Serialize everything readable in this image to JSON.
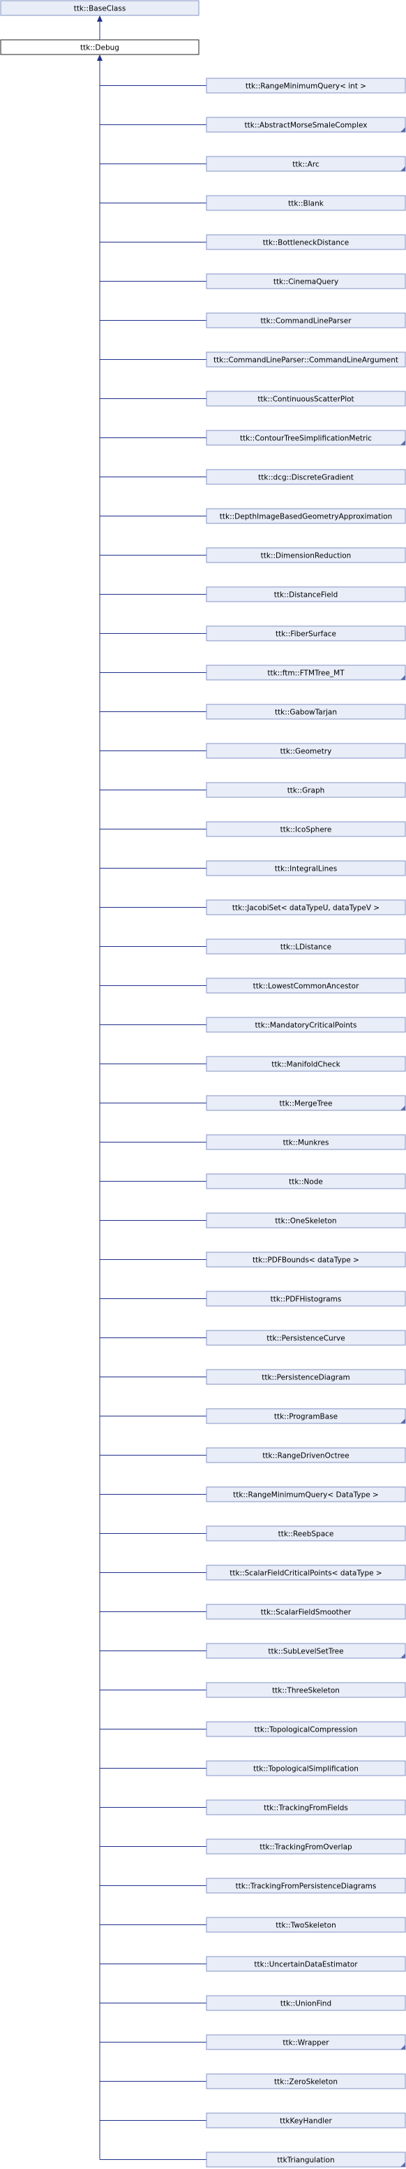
{
  "base_class": {
    "label": "ttk::BaseClass"
  },
  "current_class": {
    "label": "ttk::Debug"
  },
  "derived_classes": [
    {
      "label": "ttk::RangeMinimumQuery< int >",
      "has_more": false
    },
    {
      "label": "ttk::AbstractMorseSmaleComplex",
      "has_more": true
    },
    {
      "label": "ttk::Arc",
      "has_more": true
    },
    {
      "label": "ttk::Blank",
      "has_more": false
    },
    {
      "label": "ttk::BottleneckDistance",
      "has_more": false
    },
    {
      "label": "ttk::CinemaQuery",
      "has_more": false
    },
    {
      "label": "ttk::CommandLineParser",
      "has_more": false
    },
    {
      "label": "ttk::CommandLineParser::CommandLineArgument",
      "has_more": false
    },
    {
      "label": "ttk::ContinuousScatterPlot",
      "has_more": false
    },
    {
      "label": "ttk::ContourTreeSimplificationMetric",
      "has_more": true
    },
    {
      "label": "ttk::dcg::DiscreteGradient",
      "has_more": false
    },
    {
      "label": "ttk::DepthImageBasedGeometryApproximation",
      "has_more": false
    },
    {
      "label": "ttk::DimensionReduction",
      "has_more": false
    },
    {
      "label": "ttk::DistanceField",
      "has_more": false
    },
    {
      "label": "ttk::FiberSurface",
      "has_more": false
    },
    {
      "label": "ttk::ftm::FTMTree_MT",
      "has_more": true
    },
    {
      "label": "ttk::GabowTarjan",
      "has_more": false
    },
    {
      "label": "ttk::Geometry",
      "has_more": false
    },
    {
      "label": "ttk::Graph",
      "has_more": false
    },
    {
      "label": "ttk::IcoSphere",
      "has_more": false
    },
    {
      "label": "ttk::IntegralLines",
      "has_more": false
    },
    {
      "label": "ttk::JacobiSet< dataTypeU, dataTypeV >",
      "has_more": false
    },
    {
      "label": "ttk::LDistance",
      "has_more": false
    },
    {
      "label": "ttk::LowestCommonAncestor",
      "has_more": false
    },
    {
      "label": "ttk::MandatoryCriticalPoints",
      "has_more": false
    },
    {
      "label": "ttk::ManifoldCheck",
      "has_more": false
    },
    {
      "label": "ttk::MergeTree",
      "has_more": true
    },
    {
      "label": "ttk::Munkres",
      "has_more": false
    },
    {
      "label": "ttk::Node",
      "has_more": false
    },
    {
      "label": "ttk::OneSkeleton",
      "has_more": false
    },
    {
      "label": "ttk::PDFBounds< dataType >",
      "has_more": false
    },
    {
      "label": "ttk::PDFHistograms",
      "has_more": false
    },
    {
      "label": "ttk::PersistenceCurve",
      "has_more": false
    },
    {
      "label": "ttk::PersistenceDiagram",
      "has_more": false
    },
    {
      "label": "ttk::ProgramBase",
      "has_more": true
    },
    {
      "label": "ttk::RangeDrivenOctree",
      "has_more": false
    },
    {
      "label": "ttk::RangeMinimumQuery< DataType >",
      "has_more": false
    },
    {
      "label": "ttk::ReebSpace",
      "has_more": false
    },
    {
      "label": "ttk::ScalarFieldCriticalPoints< dataType >",
      "has_more": false
    },
    {
      "label": "ttk::ScalarFieldSmoother",
      "has_more": false
    },
    {
      "label": "ttk::SubLevelSetTree",
      "has_more": true
    },
    {
      "label": "ttk::ThreeSkeleton",
      "has_more": false
    },
    {
      "label": "ttk::TopologicalCompression",
      "has_more": false
    },
    {
      "label": "ttk::TopologicalSimplification",
      "has_more": false
    },
    {
      "label": "ttk::TrackingFromFields",
      "has_more": false
    },
    {
      "label": "ttk::TrackingFromOverlap",
      "has_more": false
    },
    {
      "label": "ttk::TrackingFromPersistenceDiagrams",
      "has_more": false
    },
    {
      "label": "ttk::TwoSkeleton",
      "has_more": false
    },
    {
      "label": "ttk::UncertainDataEstimator",
      "has_more": false
    },
    {
      "label": "ttk::UnionFind",
      "has_more": false
    },
    {
      "label": "ttk::Wrapper",
      "has_more": true
    },
    {
      "label": "ttk::ZeroSkeleton",
      "has_more": false
    },
    {
      "label": "ttkKeyHandler",
      "has_more": false
    },
    {
      "label": "ttkTriangulation",
      "has_more": true
    }
  ],
  "colors": {
    "node_fill": "#e8edf8",
    "node_border": "#8494c4",
    "current_fill": "#ffffff",
    "current_border": "#222222",
    "edge": "#1f2f8a"
  }
}
